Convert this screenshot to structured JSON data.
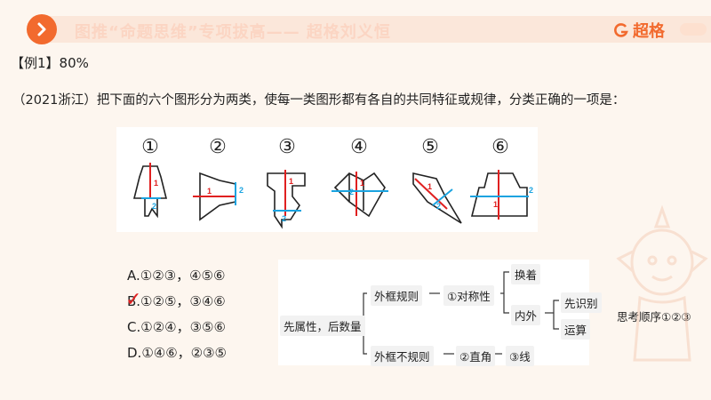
{
  "header": {
    "title": "图推“命题思维”专项拔高—— 超格刘义恒",
    "logo_text": "超格",
    "colors": {
      "accent": "#f26a2e",
      "band": "#fbe7da"
    }
  },
  "example": {
    "label": "【例1】80%"
  },
  "question": {
    "text": "（2021浙江）把下面的六个图形分为两类，使每一类图形都有各自的共同特征或规律，分类正确的一项是："
  },
  "figures": {
    "labels": [
      "①",
      "②",
      "③",
      "④",
      "⑤",
      "⑥"
    ],
    "line_labels": {
      "red": "1",
      "blue": "2"
    },
    "colors": {
      "red": "#e02020",
      "blue": "#1aa3e0"
    }
  },
  "options": [
    {
      "text": "A.①②③，④⑤⑥",
      "checked": false
    },
    {
      "text": "B.①②⑤，③④⑥",
      "checked": true
    },
    {
      "text": "C.①②④，③⑤⑥",
      "checked": false
    },
    {
      "text": "D.①④⑥，②③⑤",
      "checked": false
    }
  ],
  "check_mark": "✓",
  "flow": {
    "root": "先属性，后数量",
    "regular": "外框规则",
    "symmetry": "①对称性",
    "swap": "换着",
    "inner_outer": "内外",
    "identify_first": "先识别",
    "compute": "运算",
    "irregular": "外框不规则",
    "right_angle": "②直角",
    "line": "③线",
    "order": "思考顺序①②③"
  }
}
